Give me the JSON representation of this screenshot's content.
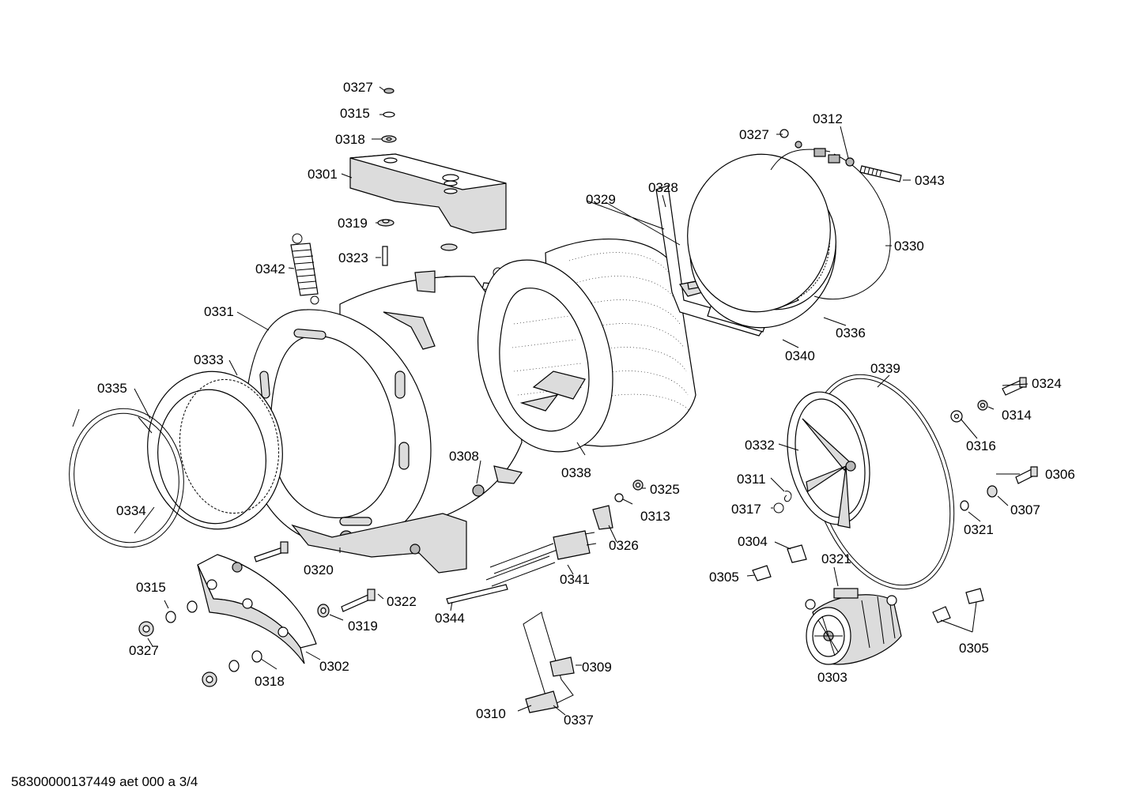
{
  "footer": {
    "document_code": "58300000137449 aet 000 a 3/4"
  },
  "labels": {
    "p0327a": "0327",
    "p0315a": "0315",
    "p0318a": "0318",
    "p0301": "0301",
    "p0319a": "0319",
    "p0323": "0323",
    "p0342": "0342",
    "p0331": "0331",
    "p0333": "0333",
    "p0335": "0335",
    "p0334": "0334",
    "p0308": "0308",
    "p0320": "0320",
    "p0329": "0329",
    "p0328": "0328",
    "p0327b": "0327",
    "p0312": "0312",
    "p0343": "0343",
    "p0330": "0330",
    "p0336": "0336",
    "p0340": "0340",
    "p0338": "0338",
    "p0325": "0325",
    "p0313": "0313",
    "p0326": "0326",
    "p0341": "0341",
    "p0344": "0344",
    "p0322": "0322",
    "p0319b": "0319",
    "p0315b": "0315",
    "p0327c": "0327",
    "p0318b": "0318",
    "p0302": "0302",
    "p0310": "0310",
    "p0337": "0337",
    "p0309": "0309",
    "p0339": "0339",
    "p0324": "0324",
    "p0314": "0314",
    "p0316": "0316",
    "p0332": "0332",
    "p0311": "0311",
    "p0317": "0317",
    "p0306": "0306",
    "p0307": "0307",
    "p0321a": "0321",
    "p0304": "0304",
    "p0305a": "0305",
    "p0321b": "0321",
    "p0305b": "0305",
    "p0303": "0303"
  }
}
